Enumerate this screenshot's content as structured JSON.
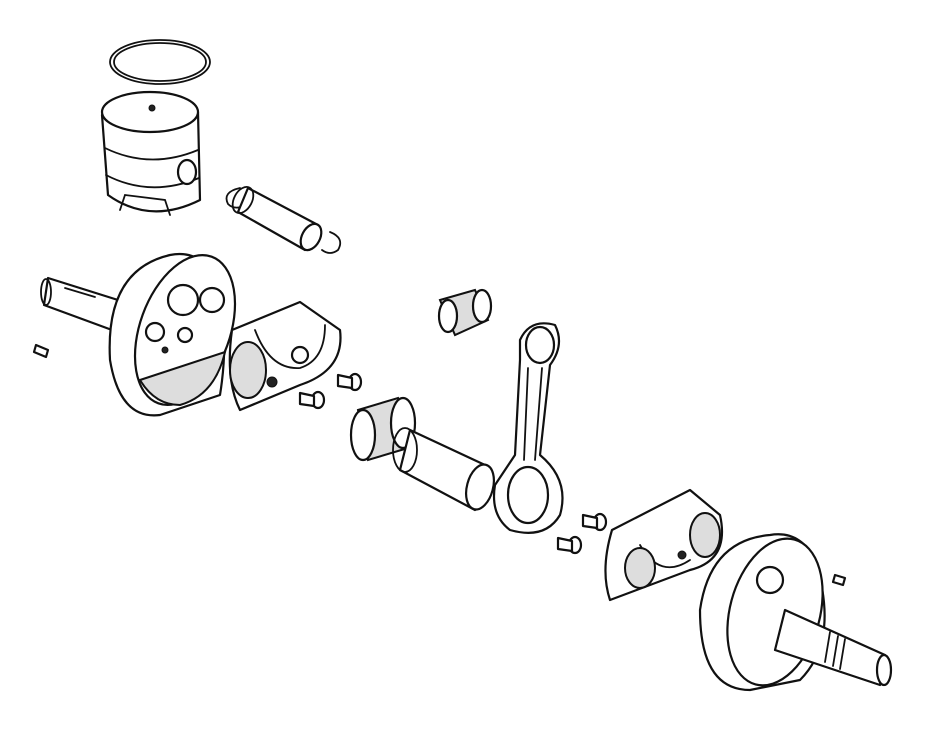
{
  "diagram": {
    "type": "exploded-view",
    "colors": {
      "line": "#111111",
      "background": "#ffffff",
      "shade": "#dddddd"
    },
    "parts": [
      "piston-ring",
      "piston",
      "circlip",
      "piston-pin",
      "circlip",
      "crank-half-left",
      "woodruff-key",
      "crank-plate-left",
      "screw",
      "screw",
      "small-end-needle-bearing",
      "big-end-needle-bearing",
      "crank-pin",
      "connecting-rod",
      "screw",
      "screw",
      "crank-plate-right",
      "crank-half-right",
      "woodruff-key"
    ]
  }
}
